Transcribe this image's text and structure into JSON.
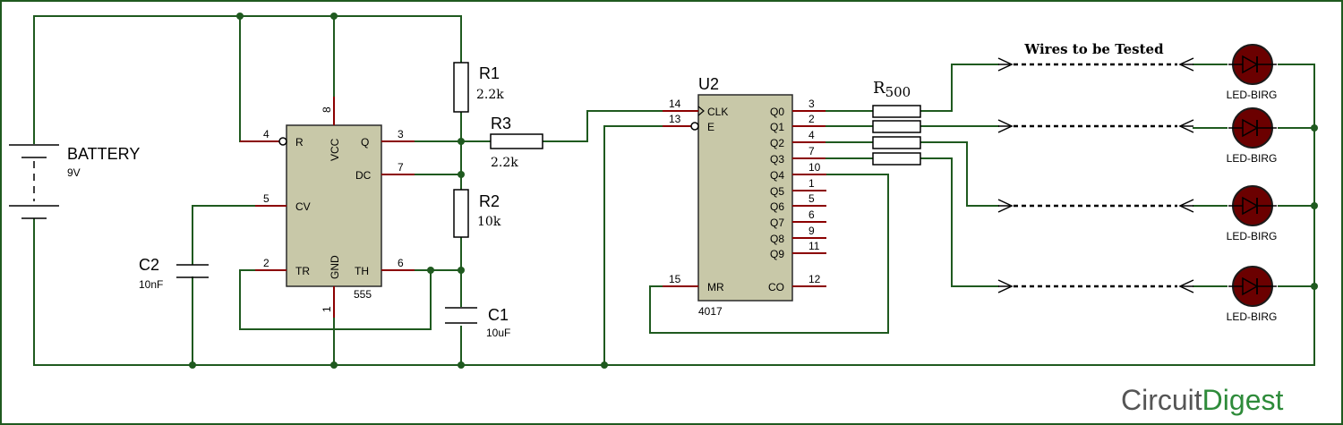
{
  "battery": {
    "label": "BATTERY",
    "value": "9V"
  },
  "r1": {
    "label": "R1",
    "value": "2.2k"
  },
  "r2": {
    "label": "R2",
    "value": "10k"
  },
  "r3": {
    "label": "R3",
    "value": "2.2k"
  },
  "r4": {
    "label": "R",
    "sub": "500"
  },
  "c1": {
    "label": "C1",
    "value": "10uF"
  },
  "c2": {
    "label": "C2",
    "value": "10nF"
  },
  "timer": {
    "part": "555",
    "pins": {
      "r": "R",
      "vcc": "VCC",
      "q": "Q",
      "dc": "DC",
      "cv": "CV",
      "tr": "TR",
      "gnd": "GND",
      "th": "TH"
    },
    "numbers": {
      "p1": "1",
      "p2": "2",
      "p3": "3",
      "p4": "4",
      "p5": "5",
      "p6": "6",
      "p7": "7",
      "p8": "8"
    }
  },
  "counter": {
    "ref": "U2",
    "part": "4017",
    "pins_left": {
      "clk": "CLK",
      "e": "E",
      "mr": "MR"
    },
    "pins_right": [
      "Q0",
      "Q1",
      "Q2",
      "Q3",
      "Q4",
      "Q5",
      "Q6",
      "Q7",
      "Q8",
      "Q9",
      "CO"
    ],
    "numbers_left": {
      "clk": "14",
      "e": "13",
      "mr": "15"
    },
    "numbers_right": [
      "3",
      "2",
      "4",
      "7",
      "10",
      "1",
      "5",
      "6",
      "9",
      "11",
      "12"
    ]
  },
  "wires_title": "Wires to be Tested",
  "leds": [
    "LED-BIRG",
    "LED-BIRG",
    "LED-BIRG",
    "LED-BIRG"
  ],
  "logo": {
    "part1": "Circuit",
    "part2": "Digest"
  }
}
